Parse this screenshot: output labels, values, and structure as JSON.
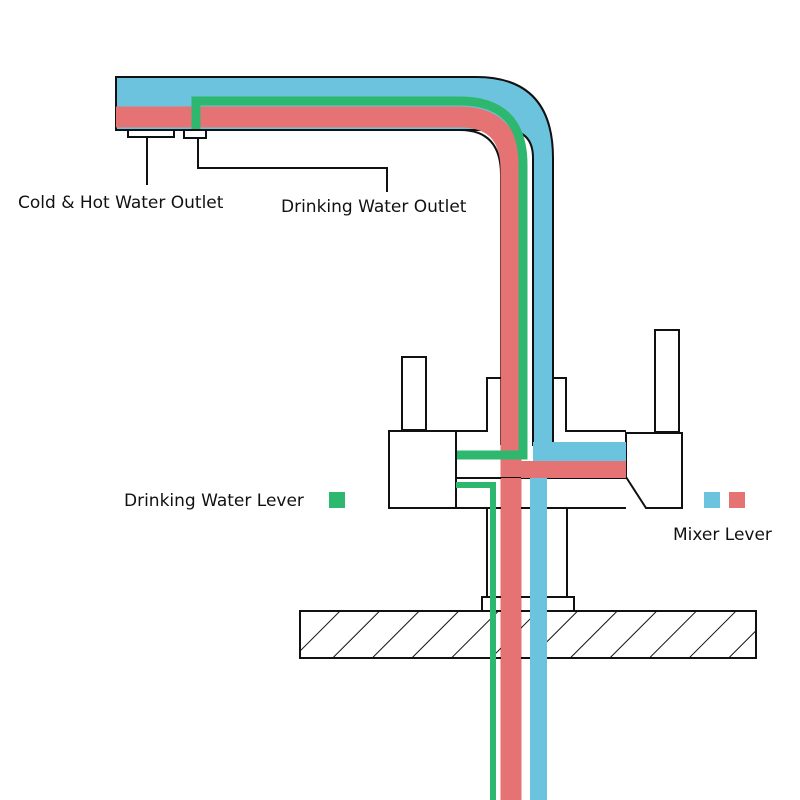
{
  "labels": {
    "cold_hot_outlet": "Cold & Hot Water Outlet",
    "drinking_outlet": "Drinking Water Outlet",
    "drinking_lever": "Drinking Water Lever",
    "mixer_lever": "Mixer Lever"
  },
  "colors": {
    "cold_water": "#6cc3de",
    "hot_water": "#e57373",
    "drinking_water": "#2eb86f",
    "outline": "#111111",
    "background": "#ffffff"
  }
}
